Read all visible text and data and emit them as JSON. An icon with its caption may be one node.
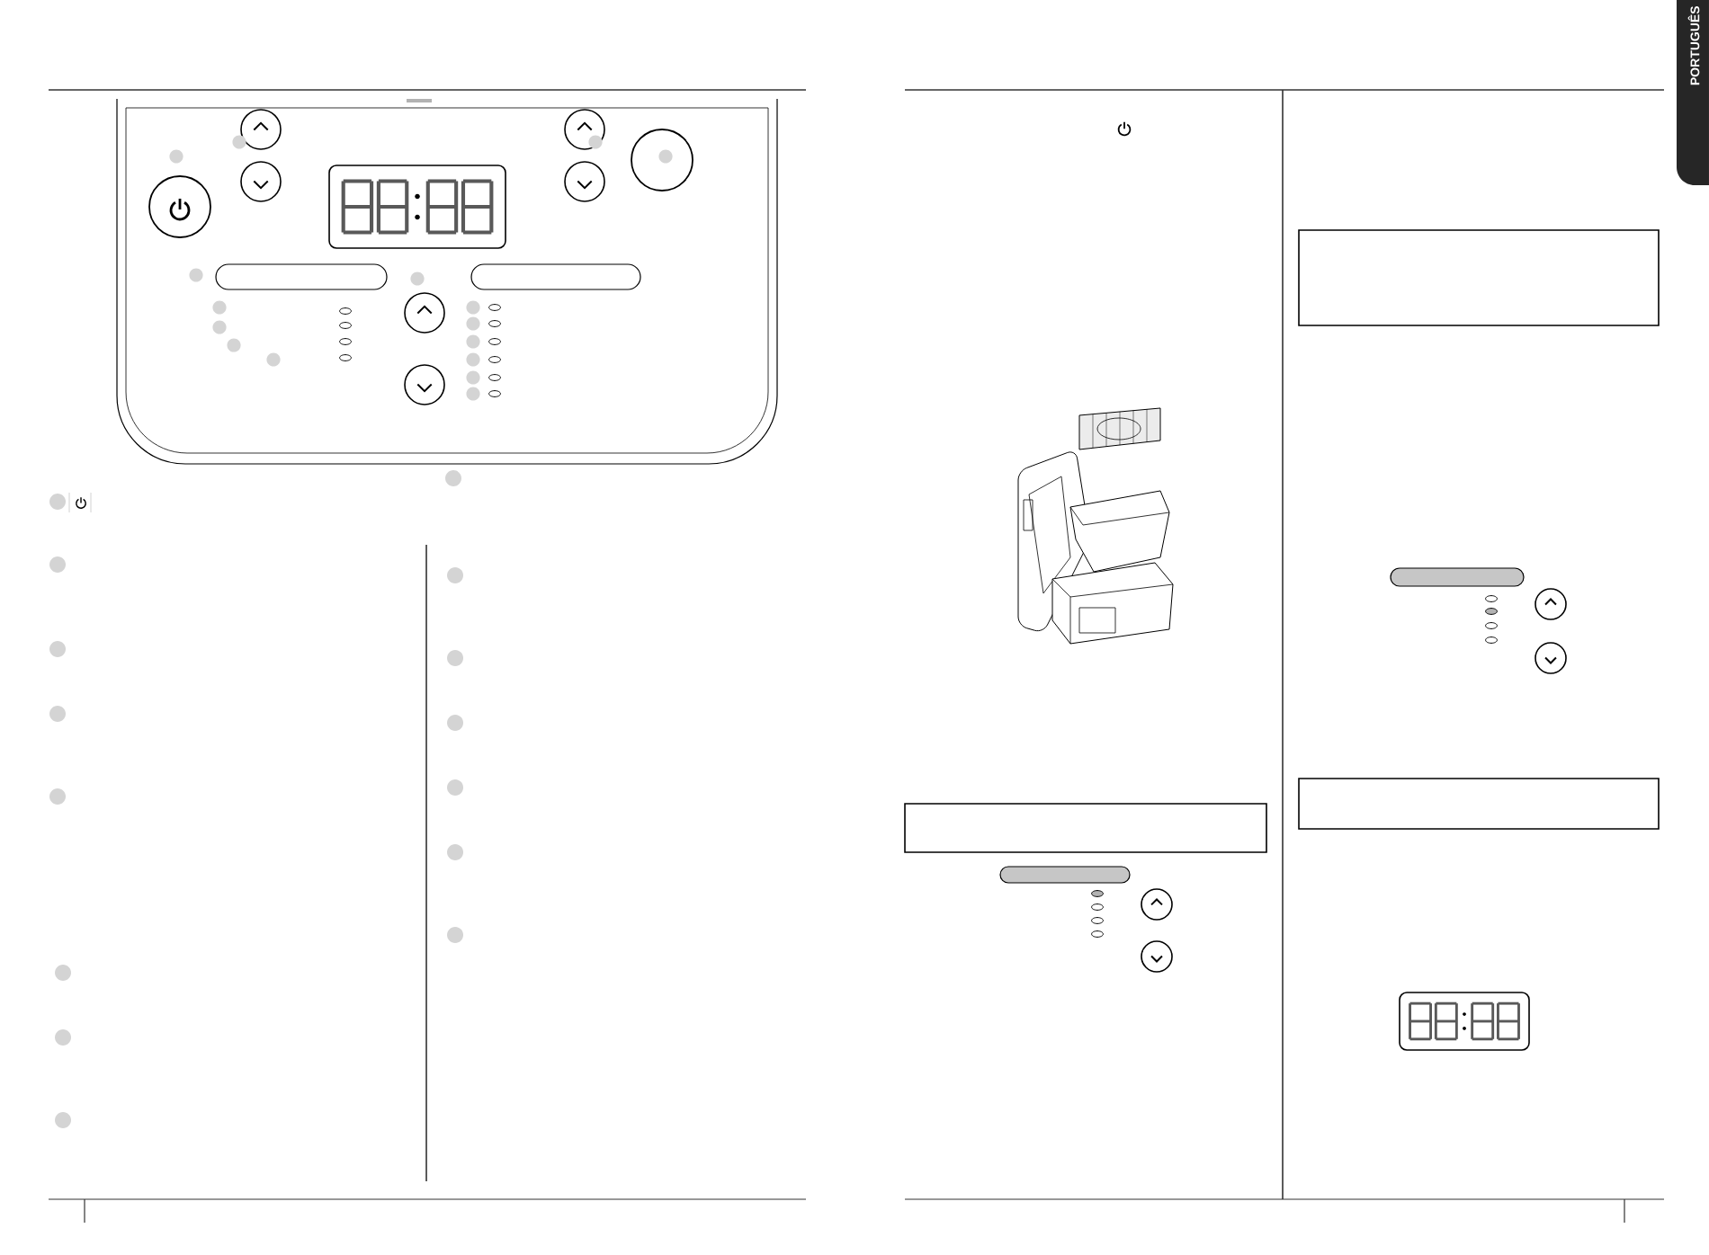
{
  "diagram": {
    "nodes": [
      {
        "text": [],
        "shape": "box"
      },
      {
        "text": [],
        "shape": "box"
      },
      {
        "text": [],
        "shape": "box"
      }
    ],
    "labels": [
      "PORTUGUÊS"
    ]
  }
}
